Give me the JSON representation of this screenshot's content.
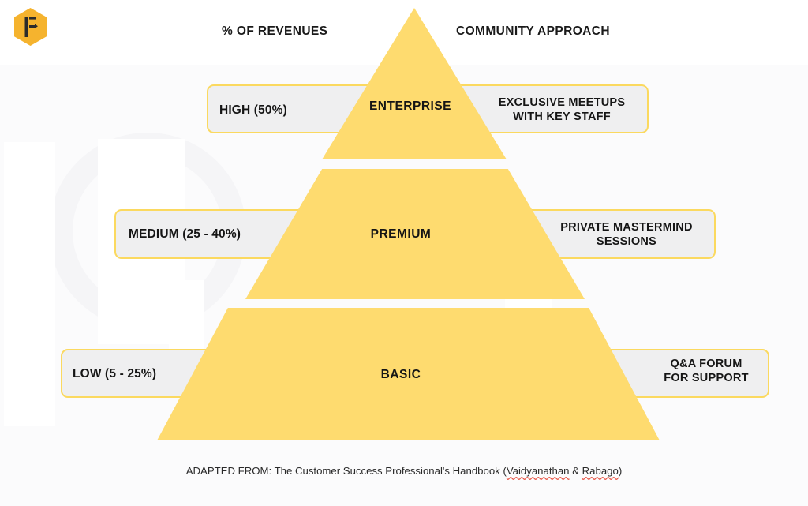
{
  "logo": {
    "name": "hexagon-f-logo",
    "shape": "hexagon",
    "fill": "#f5b32e",
    "glyph_color": "#2b2b2b"
  },
  "colors": {
    "pyramid_yellow": "#fedb6f",
    "bar_fill": "#efeff0",
    "bar_border": "#fbd95f",
    "text": "#151515",
    "background": "#ffffff",
    "band": "#fbfbfc",
    "spellcheck_underline": "#e8594a"
  },
  "columns": {
    "left_header": "% OF REVENUES",
    "right_header": "COMMUNITY APPROACH"
  },
  "tiers": [
    {
      "id": "enterprise",
      "revenue": "HIGH (50%)",
      "name": "ENTERPRISE",
      "approach": "EXCLUSIVE MEETUPS\nWITH KEY STAFF",
      "revenue_level": "HIGH",
      "revenue_percent_min": 50,
      "revenue_percent_max": 50
    },
    {
      "id": "premium",
      "revenue": "MEDIUM (25 - 40%)",
      "name": "PREMIUM",
      "approach": "PRIVATE MASTERMIND\nSESSIONS",
      "revenue_level": "MEDIUM",
      "revenue_percent_min": 25,
      "revenue_percent_max": 40
    },
    {
      "id": "basic",
      "revenue": "LOW (5 - 25%)",
      "name": "BASIC",
      "approach": "Q&A FORUM\nFOR SUPPORT",
      "revenue_level": "LOW",
      "revenue_percent_min": 5,
      "revenue_percent_max": 25
    }
  ],
  "footer": {
    "prefix": "ADAPTED FROM: The Customer Success Professional's Handbook (",
    "author_1": "Vaidyanathan",
    "separator": " & ",
    "author_2": "Rabago",
    "suffix": ")"
  }
}
